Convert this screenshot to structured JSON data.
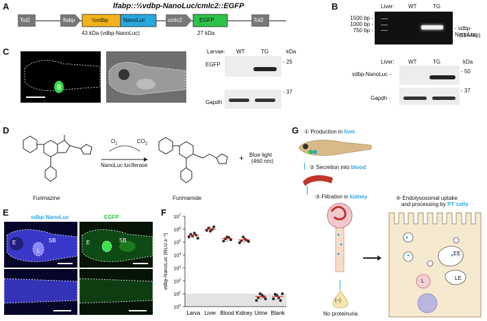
{
  "panels": {
    "A": "A",
    "B": "B",
    "C": "C",
    "D": "D",
    "E": "E",
    "F": "F",
    "G": "G"
  },
  "panel_a": {
    "title": "lfabp::½vdbp-NanoLuc/cmlc2::EGFP",
    "tol2_left": "Tol2",
    "lfabp": "lfabp",
    "half_vdbp": "½vdbp",
    "nanoluc": "NanoLuc",
    "cmlc2": "cmlc2",
    "egfp": "EGFP",
    "tol2_right": "Tol2",
    "size_left": "43 kDa (vdbp-NanoLuc)",
    "size_right": "27 kDa"
  },
  "panel_b": {
    "header_label": "Liver:",
    "lane_wt": "WT",
    "lane_tg": "TG",
    "ladder": [
      "1500 bp -",
      "1000 bp -",
      "750 bp -"
    ],
    "band_label_1": "- vdbp-NanoLuc",
    "band_label_2": "(1144bp)"
  },
  "panel_c": {
    "larvae_label": "Larvae:",
    "lane_wt": "WT",
    "lane_tg": "TG",
    "kda": "kDa",
    "egfp": "EGFP",
    "egfp_kda": "- 25",
    "gapdh": "Gapdh",
    "gapdh_kda": "- 37",
    "liver_label": "Liver:",
    "lane_wt2": "WT",
    "lane_tg2": "TG",
    "kda2": "kDa",
    "vdbp": "vdbp-NanoLuc -",
    "vdbp_kda": "- 50",
    "gapdh2": "Gapdh -",
    "gapdh2_kda": "- 37"
  },
  "panel_d": {
    "o2": "O",
    "o2_sub": "2",
    "co2": "CO",
    "co2_sub": "2",
    "enzyme": "NanoLuc luciferase",
    "plus": "+",
    "blue1": "Blue light",
    "blue2": "(460 nm)",
    "substrate": "Furimazine",
    "product": "Furimamide"
  },
  "panel_e": {
    "title_left": "vdbp-NanoLuc",
    "title_right": "EGFP",
    "lab_e1": "E",
    "lab_l": "L",
    "lab_sb1": "SB",
    "lab_e2": "E",
    "lab_sb2": "SB"
  },
  "panel_g": {
    "step1_num": "①",
    "step1_text": "Production in ",
    "step1_hl": "liver",
    "step2_num": "②",
    "step2_text": "Secretion into ",
    "step2_hl": "blood",
    "step3_num": "③",
    "step3_text": "Filtration in ",
    "step3_hl": "kidney",
    "step4_num": "④",
    "step4_text1": "Endolysosomal uptake",
    "step4_text2": "and processing by ",
    "step4_hl": "PT cells",
    "neg": "(−)",
    "no_prot": "No proteinuria",
    "ee": "EE",
    "le": "LE",
    "l": "L"
  },
  "chart_data": {
    "type": "scatter",
    "ylabel": "vdbp-NanoLuc (RLU s⁻¹)",
    "yscale": "log",
    "ylim": [
      1,
      10000000
    ],
    "ytick_base": [
      "10",
      "10",
      "10",
      "10",
      "10",
      "10",
      "10",
      "10"
    ],
    "ytick_exp": [
      "0",
      "1",
      "2",
      "3",
      "4",
      "5",
      "6",
      "7"
    ],
    "categories": [
      "Larva",
      "Liver",
      "Blood",
      "Kidney",
      "Urine",
      "Blank"
    ],
    "points": [
      [
        250000,
        400000,
        300000,
        500000,
        350000,
        200000
      ],
      [
        800000,
        1200000,
        700000,
        950000,
        1500000
      ],
      [
        120000,
        180000,
        250000,
        220000,
        150000
      ],
      [
        90000,
        130000,
        250000,
        170000,
        140000,
        110000
      ],
      [
        3,
        5,
        10,
        8,
        6,
        4
      ],
      [
        4,
        9,
        7,
        5,
        3,
        10
      ]
    ],
    "means": [
      330000,
      1000000,
      190000,
      150000,
      6,
      6
    ],
    "detection_limit": 10,
    "accent_color": "#e0362d"
  },
  "colors": {
    "accent": "#29a8e0",
    "egfp": "#2ec24a",
    "vdbp": "#f2b21b",
    "nanoluc": "#29a8e0"
  }
}
